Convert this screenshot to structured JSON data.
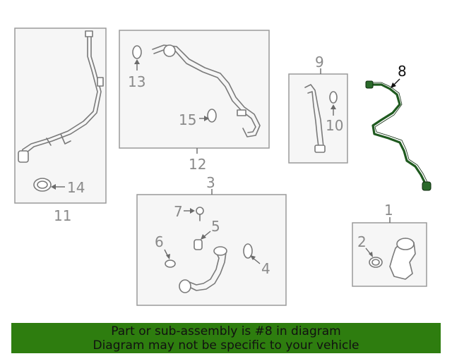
{
  "callouts": {
    "c1": "1",
    "c2": "2",
    "c3": "3",
    "c4": "4",
    "c5": "5",
    "c6": "6",
    "c7": "7",
    "c8": "8",
    "c9": "9",
    "c10": "10",
    "c11": "11",
    "c12": "12",
    "c13": "13",
    "c14": "14",
    "c15": "15"
  },
  "banner": {
    "line1": "Part or sub-assembly is #8 in diagram",
    "line2": "Diagram may not be specific to your vehicle"
  },
  "colors": {
    "highlight_part": "#1f5a1f",
    "banner_bg": "#2e7d0f",
    "box_fill": "#f6f6f6",
    "label_gray": "#8a8a8a"
  }
}
